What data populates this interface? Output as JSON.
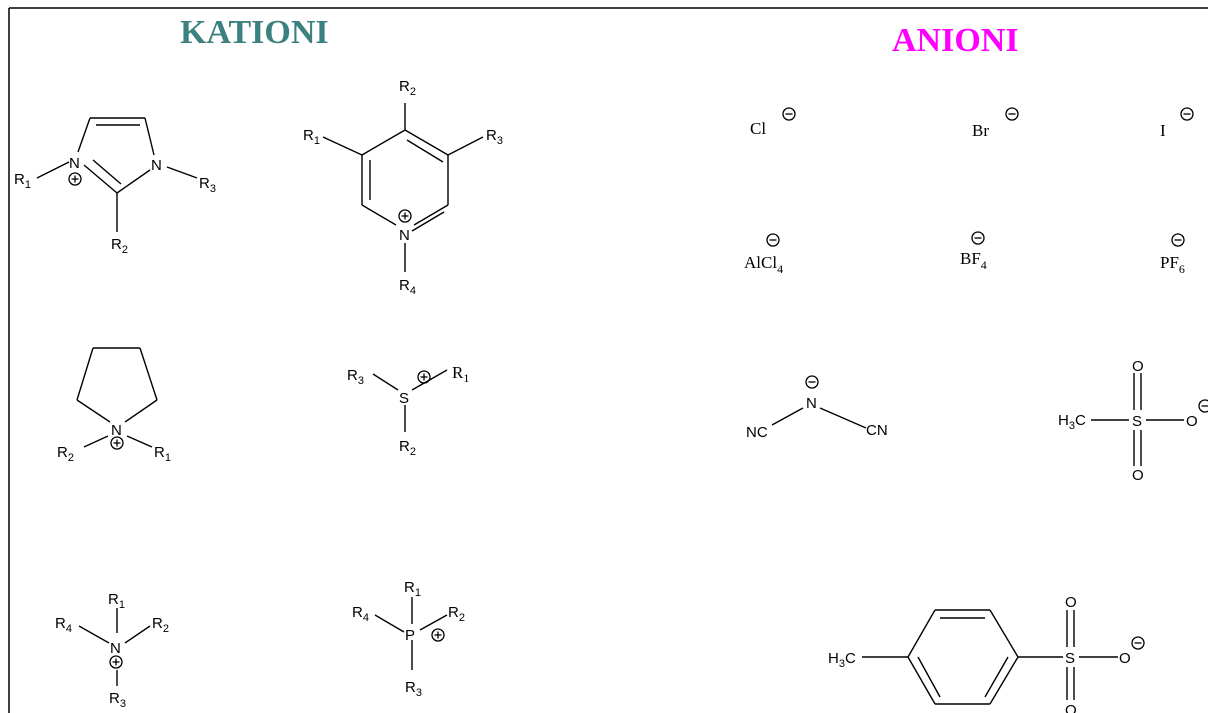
{
  "headings": {
    "cations": "KATIONI",
    "anions": "ANIONI"
  },
  "colors": {
    "cations_heading": "#3d8080",
    "anions_heading": "#ff00ff"
  },
  "labels": {
    "r1": "R",
    "r1_sub": "1",
    "r2": "R",
    "r2_sub": "2",
    "r3": "R",
    "r3_sub": "3",
    "r4": "R",
    "r4_sub": "4",
    "n": "N",
    "s": "S",
    "p": "P",
    "o": "O",
    "nc": "NC",
    "cn": "CN",
    "h3c_h": "H",
    "h3c_sub": "3",
    "h3c_c": "C"
  },
  "anions": {
    "cl": "Cl",
    "br": "Br",
    "i": "I",
    "alcl": "AlCl",
    "alcl_sub": "4",
    "bf": "BF",
    "bf_sub": "4",
    "pf": "PF",
    "pf_sub": "6"
  },
  "icons": {
    "positive_charge": "circled-plus-icon",
    "negative_charge": "circled-minus-icon"
  }
}
